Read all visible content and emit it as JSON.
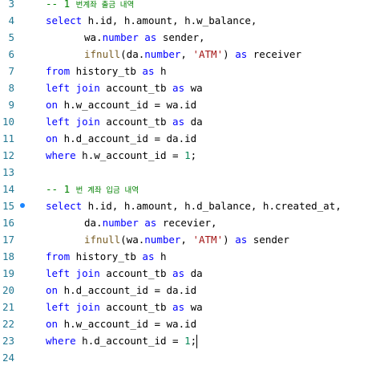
{
  "lines": [
    {
      "n": "3",
      "parts": [
        [
          "cm",
          "-- 1 "
        ],
        [
          "cmkr",
          "번계좌 출금 내역"
        ]
      ]
    },
    {
      "n": "4",
      "parts": [
        [
          "kw",
          "select"
        ],
        [
          "plain",
          " h.id, h.amount, h.w_balance,"
        ]
      ]
    },
    {
      "n": "5",
      "indent": true,
      "parts": [
        [
          "plain",
          "wa."
        ],
        [
          "kw",
          "number"
        ],
        [
          "plain",
          " "
        ],
        [
          "kw",
          "as"
        ],
        [
          "plain",
          " sender,"
        ]
      ]
    },
    {
      "n": "6",
      "indent": true,
      "parts": [
        [
          "fn",
          "ifnull"
        ],
        [
          "plain",
          "(da."
        ],
        [
          "kw",
          "number"
        ],
        [
          "plain",
          ", "
        ],
        [
          "str",
          "'ATM'"
        ],
        [
          "plain",
          ") "
        ],
        [
          "kw",
          "as"
        ],
        [
          "plain",
          " receiver"
        ]
      ]
    },
    {
      "n": "7",
      "parts": [
        [
          "kw",
          "from"
        ],
        [
          "plain",
          " history_tb "
        ],
        [
          "kw",
          "as"
        ],
        [
          "plain",
          " h"
        ]
      ]
    },
    {
      "n": "8",
      "parts": [
        [
          "kw",
          "left join"
        ],
        [
          "plain",
          " account_tb "
        ],
        [
          "kw",
          "as"
        ],
        [
          "plain",
          " wa"
        ]
      ]
    },
    {
      "n": "9",
      "parts": [
        [
          "kw",
          "on"
        ],
        [
          "plain",
          " h.w_account_id = wa.id"
        ]
      ]
    },
    {
      "n": "10",
      "parts": [
        [
          "kw",
          "left join"
        ],
        [
          "plain",
          " account_tb "
        ],
        [
          "kw",
          "as"
        ],
        [
          "plain",
          " da"
        ]
      ]
    },
    {
      "n": "11",
      "parts": [
        [
          "kw",
          "on"
        ],
        [
          "plain",
          " h.d_account_id = da.id"
        ]
      ]
    },
    {
      "n": "12",
      "parts": [
        [
          "kw",
          "where"
        ],
        [
          "plain",
          " h.w_account_id = "
        ],
        [
          "num",
          "1"
        ],
        [
          "plain",
          ";"
        ]
      ]
    },
    {
      "n": "13",
      "parts": []
    },
    {
      "n": "14",
      "parts": [
        [
          "cm",
          "-- 1 "
        ],
        [
          "cmkr",
          "번 계좌 입금 내역"
        ]
      ]
    },
    {
      "n": "15",
      "dot": true,
      "parts": [
        [
          "kw",
          "select"
        ],
        [
          "plain",
          " h.id, h.amount, h.d_balance, h.created_at,"
        ]
      ]
    },
    {
      "n": "16",
      "indent": true,
      "parts": [
        [
          "plain",
          "da."
        ],
        [
          "kw",
          "number"
        ],
        [
          "plain",
          " "
        ],
        [
          "kw",
          "as"
        ],
        [
          "plain",
          " recevier,"
        ]
      ]
    },
    {
      "n": "17",
      "indent": true,
      "parts": [
        [
          "fn",
          "ifnull"
        ],
        [
          "plain",
          "(wa."
        ],
        [
          "kw",
          "number"
        ],
        [
          "plain",
          ", "
        ],
        [
          "str",
          "'ATM'"
        ],
        [
          "plain",
          ") "
        ],
        [
          "kw",
          "as"
        ],
        [
          "plain",
          " sender"
        ]
      ]
    },
    {
      "n": "18",
      "parts": [
        [
          "kw",
          "from"
        ],
        [
          "plain",
          " history_tb "
        ],
        [
          "kw",
          "as"
        ],
        [
          "plain",
          " h"
        ]
      ]
    },
    {
      "n": "19",
      "parts": [
        [
          "kw",
          "left join"
        ],
        [
          "plain",
          " account_tb "
        ],
        [
          "kw",
          "as"
        ],
        [
          "plain",
          " da"
        ]
      ]
    },
    {
      "n": "20",
      "parts": [
        [
          "kw",
          "on"
        ],
        [
          "plain",
          " h.d_account_id = da.id"
        ]
      ]
    },
    {
      "n": "21",
      "parts": [
        [
          "kw",
          "left join"
        ],
        [
          "plain",
          " account_tb "
        ],
        [
          "kw",
          "as"
        ],
        [
          "plain",
          " wa"
        ]
      ]
    },
    {
      "n": "22",
      "parts": [
        [
          "kw",
          "on"
        ],
        [
          "plain",
          " h.w_account_id = wa.id"
        ]
      ]
    },
    {
      "n": "23",
      "cursor": true,
      "parts": [
        [
          "kw",
          "where"
        ],
        [
          "plain",
          " h.d_account_id = "
        ],
        [
          "num",
          "1"
        ],
        [
          "plain",
          ";"
        ]
      ]
    },
    {
      "n": "24",
      "parts": []
    }
  ],
  "colors": {
    "keyword": "#0000ff",
    "string": "#a31515",
    "number": "#098658",
    "function": "#795e26",
    "comment": "#008000",
    "line_number": "#237893",
    "breakpoint_dot": "#1a85ff"
  }
}
